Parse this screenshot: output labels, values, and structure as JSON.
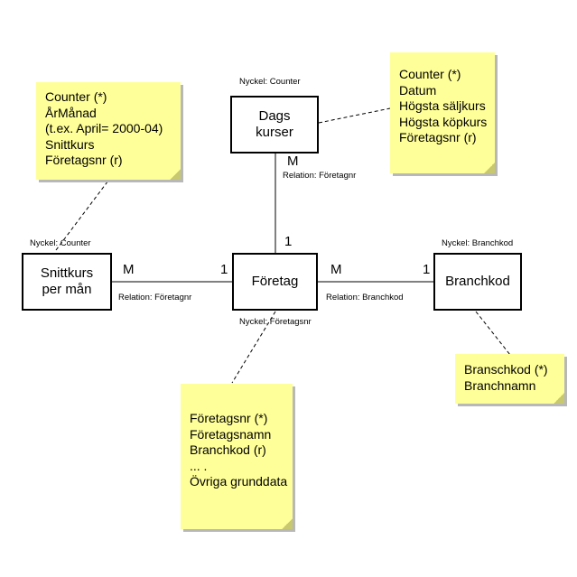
{
  "entities": {
    "dagskurser": {
      "label": "Dags\nkurser",
      "key": "Nyckel: Counter"
    },
    "snittkurs": {
      "label": "Snittkurs\nper mån",
      "key": "Nyckel: Counter"
    },
    "foretag": {
      "label": "Företag",
      "key": "Nyckel: Företagsnr"
    },
    "branchkod": {
      "label": "Branchkod",
      "key": "Nyckel: Branchkod"
    }
  },
  "relations": {
    "dags_foretag": {
      "label": "Relation: Företagnr",
      "many": "M",
      "one": "1"
    },
    "snitt_foretag": {
      "label": "Relation: Företagnr",
      "many": "M",
      "one": "1"
    },
    "foretag_branch": {
      "label": "Relation: Branchkod",
      "many": "M",
      "one": "1"
    }
  },
  "notes": {
    "dagskurser": [
      "Counter (*)",
      "Datum",
      "Högsta säljkurs",
      "Högsta köpkurs",
      "Företagsnr (r)"
    ],
    "snittkurs": [
      "Counter (*)",
      "ÅrMånad",
      "(t.ex. April= 2000-04)",
      "Snittkurs",
      "Företagsnr (r)"
    ],
    "foretag": [
      "Företagsnr (*)",
      "Företagsnamn",
      "Branchkod (r)",
      "... .",
      "Övriga grunddata"
    ],
    "branchkod": [
      "Branschkod (*)",
      "Branchnamn"
    ]
  },
  "colors": {
    "note_fill": "#ffff99",
    "note_shadow": "#b8b8b8"
  }
}
